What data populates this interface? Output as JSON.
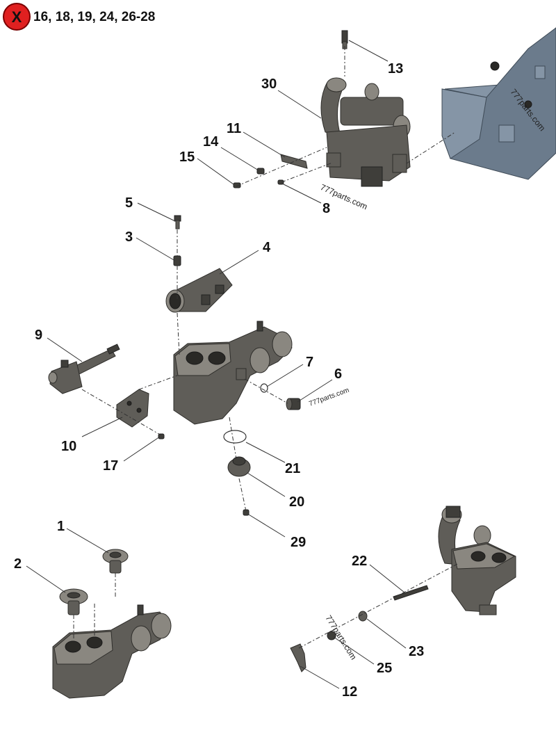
{
  "excluded": {
    "badge": "X",
    "text": "16, 18, 19, 24, 26-28"
  },
  "colors": {
    "badge_fill": "#e02020",
    "part_gray": "#5f5d58",
    "engine_block": "#6b7b8c"
  },
  "watermark": "777parts.com",
  "callouts": {
    "c1": "1",
    "c2": "2",
    "c3": "3",
    "c4": "4",
    "c5": "5",
    "c6": "6",
    "c7": "7",
    "c8": "8",
    "c9": "9",
    "c10": "10",
    "c11": "11",
    "c12": "12",
    "c13": "13",
    "c14": "14",
    "c15": "15",
    "c17": "17",
    "c20": "20",
    "c21": "21",
    "c22": "22",
    "c23": "23",
    "c25": "25",
    "c29": "29",
    "c30": "30"
  }
}
